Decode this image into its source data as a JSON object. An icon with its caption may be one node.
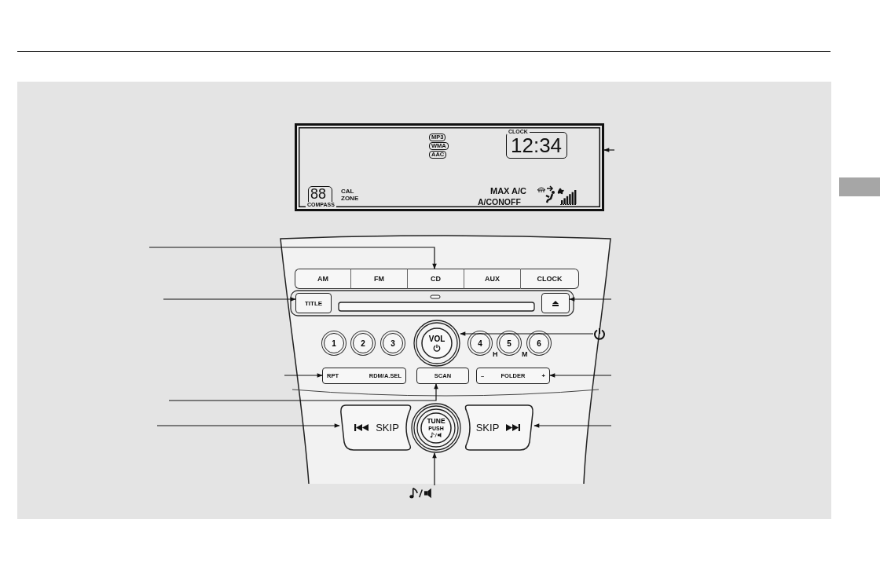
{
  "diagram": {
    "nodes": [
      {
        "text": [
          "MP3",
          "WMA",
          "AAC",
          "CLOCK",
          "12:34",
          "88",
          "COMPASS",
          "CAL",
          "ZONE",
          "MAX A/C",
          "A/CONOFF"
        ]
      },
      {
        "text": [],
        "shape": "box"
      },
      {
        "text": [
          "AM"
        ],
        "in": 1
      },
      {
        "text": [
          "FM"
        ],
        "in": 1
      },
      {
        "text": [
          "CD"
        ],
        "in": 1
      },
      {
        "text": [
          "AUX"
        ],
        "in": 1
      },
      {
        "text": [
          "CLOCK"
        ],
        "in": 1
      },
      {
        "text": [
          "TITLE"
        ],
        "in": 1
      },
      {
        "text": [],
        "shape": "box",
        "in": 1
      },
      {
        "text": [
          "1"
        ],
        "in": 1
      },
      {
        "text": [
          "2"
        ],
        "in": 1
      },
      {
        "text": [
          "3"
        ],
        "in": 1
      },
      {
        "text": [
          "VOL"
        ],
        "in": 1
      },
      {
        "text": [
          "4"
        ],
        "in": 1
      },
      {
        "text": [
          "5"
        ],
        "in": 1
      },
      {
        "text": [
          "6"
        ],
        "in": 1
      },
      {
        "text": [
          "RPT",
          "RDM/A.SEL"
        ],
        "in": 1
      },
      {
        "text": [
          "SCAN"
        ],
        "in": 1
      },
      {
        "text": [
          "–",
          "FOLDER",
          "+"
        ],
        "in": 1
      },
      {
        "text": [
          "SKIP"
        ],
        "in": 1
      },
      {
        "text": [
          "TUNE",
          "PUSH"
        ],
        "in": 1
      },
      {
        "text": [
          "SKIP"
        ],
        "in": 1
      },
      {
        "text": [],
        "shape": "icon"
      },
      {
        "text": [],
        "shape": "icon"
      }
    ],
    "edges": [
      {
        "from": null,
        "to": 0,
        "arrow": "to"
      },
      {
        "from": null,
        "to": 4,
        "arrow": "to"
      },
      {
        "from": null,
        "to": 7,
        "arrow": "to"
      },
      {
        "from": null,
        "to": 8,
        "arrow": "to"
      },
      {
        "from": 22,
        "to": 12,
        "arrow": "to"
      },
      {
        "from": null,
        "to": 16,
        "arrow": "to"
      },
      {
        "from": null,
        "to": 18,
        "arrow": "to"
      },
      {
        "from": null,
        "to": 17,
        "arrow": "to"
      },
      {
        "from": null,
        "to": 19,
        "arrow": "to"
      },
      {
        "from": null,
        "to": 21,
        "arrow": "to"
      },
      {
        "from": 23,
        "to": 20,
        "arrow": "to"
      }
    ],
    "labels": [
      "H",
      "M"
    ]
  }
}
